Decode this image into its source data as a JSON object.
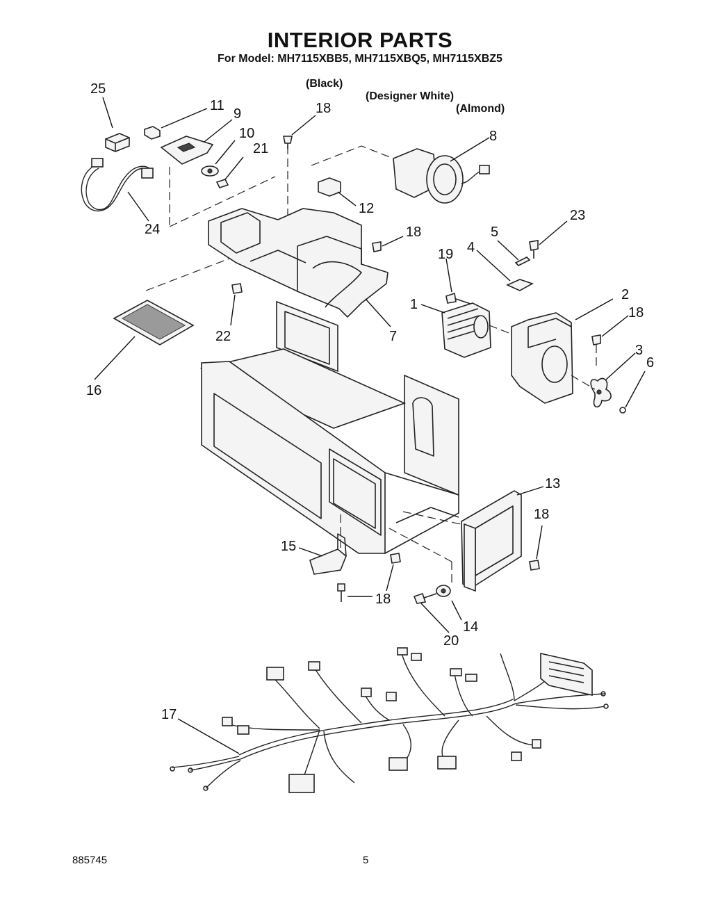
{
  "header": {
    "title": "INTERIOR PARTS",
    "subtitle": "For Model: MH7115XBB5, MH7115XBQ5, MH7115XBZ5",
    "variants": [
      "(Black)",
      "(Designer White)",
      "(Almond)"
    ]
  },
  "callouts": [
    {
      "id": "c25",
      "label": "25"
    },
    {
      "id": "c11",
      "label": "11"
    },
    {
      "id": "c9",
      "label": "9"
    },
    {
      "id": "c10",
      "label": "10"
    },
    {
      "id": "c21",
      "label": "21"
    },
    {
      "id": "c24",
      "label": "24"
    },
    {
      "id": "c18a",
      "label": "18"
    },
    {
      "id": "c8",
      "label": "8"
    },
    {
      "id": "c12",
      "label": "12"
    },
    {
      "id": "c18b",
      "label": "18"
    },
    {
      "id": "c23",
      "label": "23"
    },
    {
      "id": "c5",
      "label": "5"
    },
    {
      "id": "c19",
      "label": "19"
    },
    {
      "id": "c4",
      "label": "4"
    },
    {
      "id": "c1",
      "label": "1"
    },
    {
      "id": "c2",
      "label": "2"
    },
    {
      "id": "c18c",
      "label": "18"
    },
    {
      "id": "c3",
      "label": "3"
    },
    {
      "id": "c6",
      "label": "6"
    },
    {
      "id": "c22",
      "label": "22"
    },
    {
      "id": "c7",
      "label": "7"
    },
    {
      "id": "c16",
      "label": "16"
    },
    {
      "id": "c13",
      "label": "13"
    },
    {
      "id": "c18d",
      "label": "18"
    },
    {
      "id": "c15",
      "label": "15"
    },
    {
      "id": "c18e",
      "label": "18"
    },
    {
      "id": "c14",
      "label": "14"
    },
    {
      "id": "c20",
      "label": "20"
    },
    {
      "id": "c17",
      "label": "17"
    }
  ],
  "footer": {
    "doc_number": "885745",
    "page_number": "5"
  }
}
